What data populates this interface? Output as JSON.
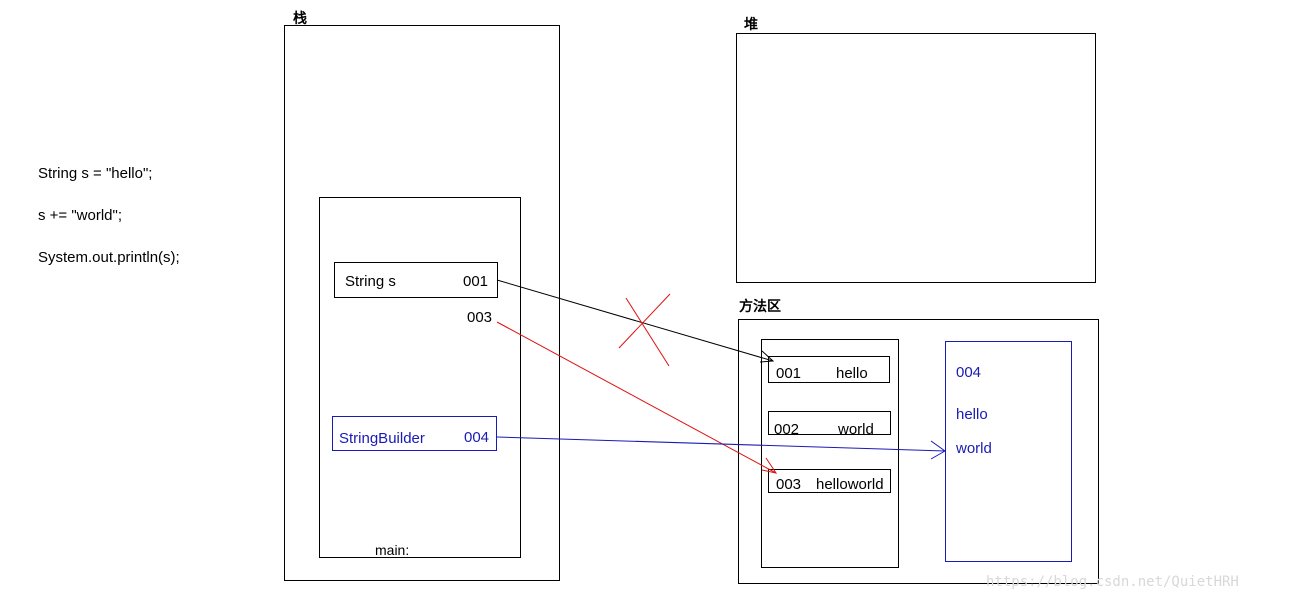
{
  "code": {
    "line1": "String s = \"hello\";",
    "line2": "s += \"world\";",
    "line3": "System.out.println(s);"
  },
  "stack": {
    "title": "栈",
    "frame_label": "main:",
    "var_s": {
      "name": "String s",
      "address": "001"
    },
    "new_address": "003",
    "var_sb": {
      "name": "StringBuilder",
      "address": "004"
    }
  },
  "heap": {
    "title": "堆"
  },
  "method_area": {
    "title": "方法区",
    "pool": [
      {
        "address": "001",
        "value": "hello"
      },
      {
        "address": "002",
        "value": "world"
      },
      {
        "address": "003",
        "value": "helloworld"
      }
    ],
    "builder": {
      "address": "004",
      "line1": "hello",
      "line2": "world"
    }
  },
  "colors": {
    "black": "#000000",
    "red": "#e01010",
    "blue": "#1a1ab4"
  },
  "watermark": "https://blog.csdn.net/QuietHRH"
}
